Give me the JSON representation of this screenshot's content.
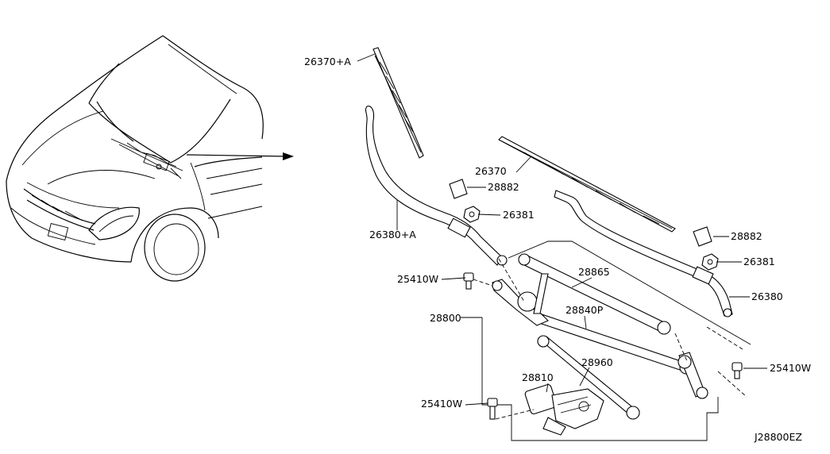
{
  "labels": {
    "blade_left": "26370+A",
    "blade_right": "26370",
    "cap_left": "28882",
    "cap_right": "28882",
    "nut_left": "26381",
    "nut_right": "26381",
    "arm_left": "26380+A",
    "arm_right": "26380",
    "bolt_left": "25410W",
    "bolt_right": "25410W",
    "bolt_bottom": "25410W",
    "link_upper": "28865",
    "link_lower": "28840P",
    "assembly": "28800",
    "motor": "28810",
    "motor_link": "28960",
    "diagram_id": "J28800EZ"
  }
}
